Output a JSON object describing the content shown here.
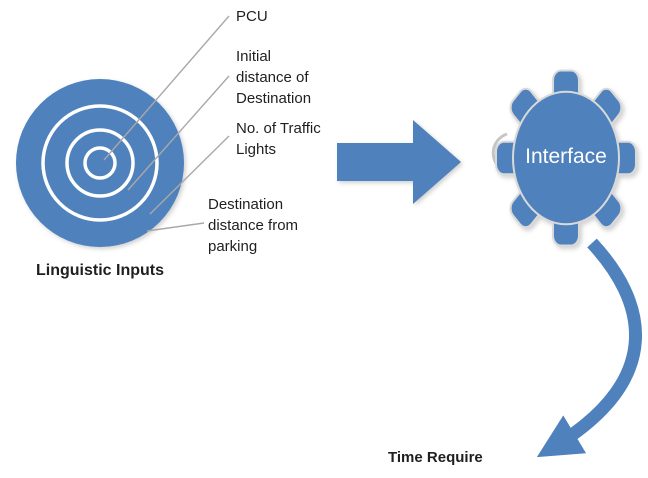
{
  "diagram": {
    "source_label": "Linguistic Inputs",
    "inputs": [
      "PCU",
      "Initial distance of Destination",
      "No. of Traffic Lights",
      "Destination distance from parking"
    ],
    "process_label": "Interface",
    "output_label": "Time Require",
    "flow": [
      "Linguistic Inputs",
      "Interface",
      "Time Require"
    ]
  },
  "colors": {
    "shape_blue": "#4f81bd",
    "callout_line_gray": "#a9a9a9",
    "gear_outline_gray": "#d9d9d9",
    "text_dark": "#1f1f1f",
    "interface_text": "#ffffff",
    "background": "#ffffff"
  }
}
